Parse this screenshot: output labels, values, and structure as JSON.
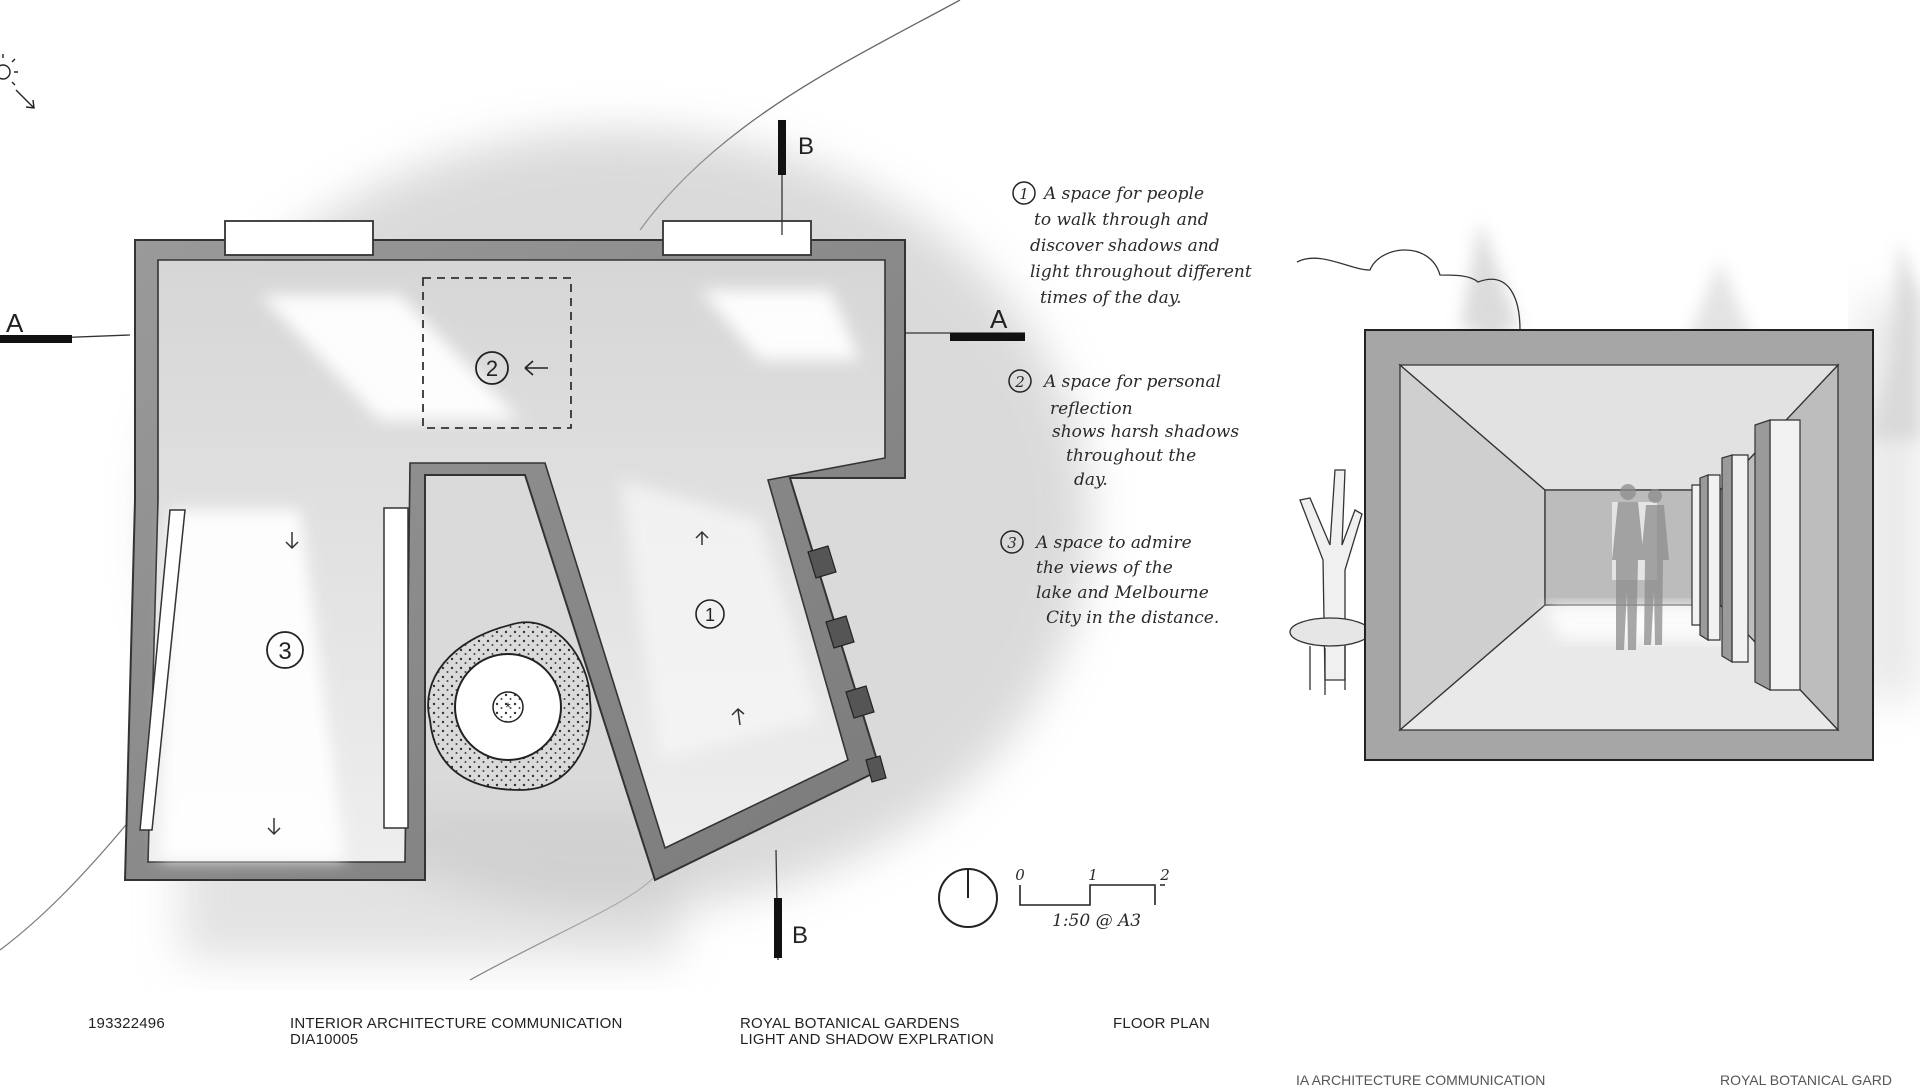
{
  "plan": {
    "section_a_left": "A",
    "section_a_right": "A",
    "section_b_top": "B",
    "section_b_bottom": "B",
    "zone_1": "1",
    "zone_2": "2",
    "zone_3": "3",
    "scale_ticks": [
      "0",
      "1",
      "2"
    ],
    "scale_label": "1:50 @ A3"
  },
  "notes": [
    {
      "num": "1",
      "lines": [
        "A space for people",
        "to walk through and",
        "discover shadows and",
        "light throughout different",
        "times of the day."
      ]
    },
    {
      "num": "2",
      "lines": [
        "A space for personal",
        "reflection",
        "shows harsh shadows",
        "throughout the",
        "day."
      ]
    },
    {
      "num": "3",
      "lines": [
        "A space to admire",
        "the views of the",
        "lake and Melbourne",
        "City in the distance."
      ]
    }
  ],
  "footer": {
    "student_id": "193322496",
    "course_line1": "INTERIOR ARCHITECTURE COMMUNICATION",
    "course_line2": "DIA10005",
    "project_line1": "ROYAL BOTANICAL GARDENS",
    "project_line2": "LIGHT AND SHADOW EXPLRATION",
    "drawing_type": "FLOOR PLAN"
  },
  "footer_cut": {
    "course": "IA ARCHITECTURE COMMUNICATION",
    "project": "ROYAL BOTANICAL GARD"
  }
}
